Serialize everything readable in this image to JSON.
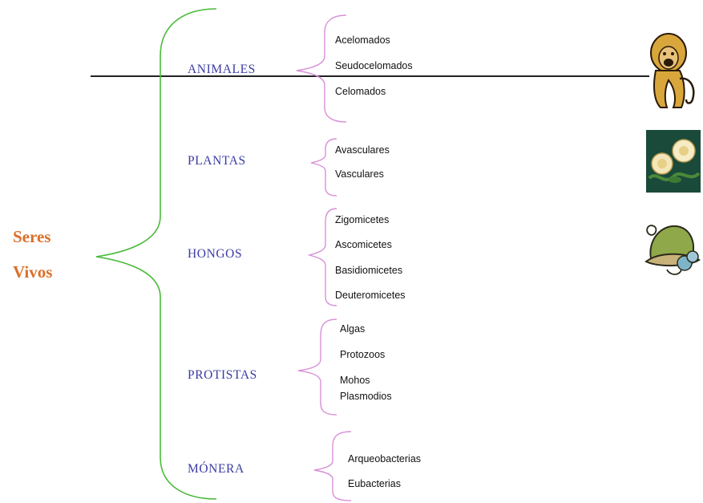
{
  "root": {
    "line1": "Seres",
    "line2": "Vivos"
  },
  "colors": {
    "root_text": "#d9702a",
    "kingdom_text": "#3a3aa6",
    "main_brace": "#4cbb3c",
    "sub_brace": "#d890d8",
    "rule_line": "#222222"
  },
  "kingdoms": [
    {
      "name": "ANIMALES",
      "items": [
        "Acelomados",
        "Seudocelomados",
        "Celomados"
      ]
    },
    {
      "name": "PLANTAS",
      "items": [
        "Avasculares",
        "Vasculares"
      ]
    },
    {
      "name": "HONGOS",
      "items": [
        "Zigomicetes",
        "Ascomicetes",
        "Basidiomicetes",
        "Deuteromicetes"
      ]
    },
    {
      "name": "PROTISTAS",
      "items": [
        "Algas",
        "Protozoos",
        "Mohos",
        "Plasmodios"
      ]
    },
    {
      "name": "MÓNERA",
      "items": [
        "Arqueobacterias",
        "Eubacterias"
      ]
    }
  ],
  "icons": [
    "monkey-clipart-icon",
    "roses-clipart-icon",
    "mushroom-hat-clipart-icon"
  ]
}
